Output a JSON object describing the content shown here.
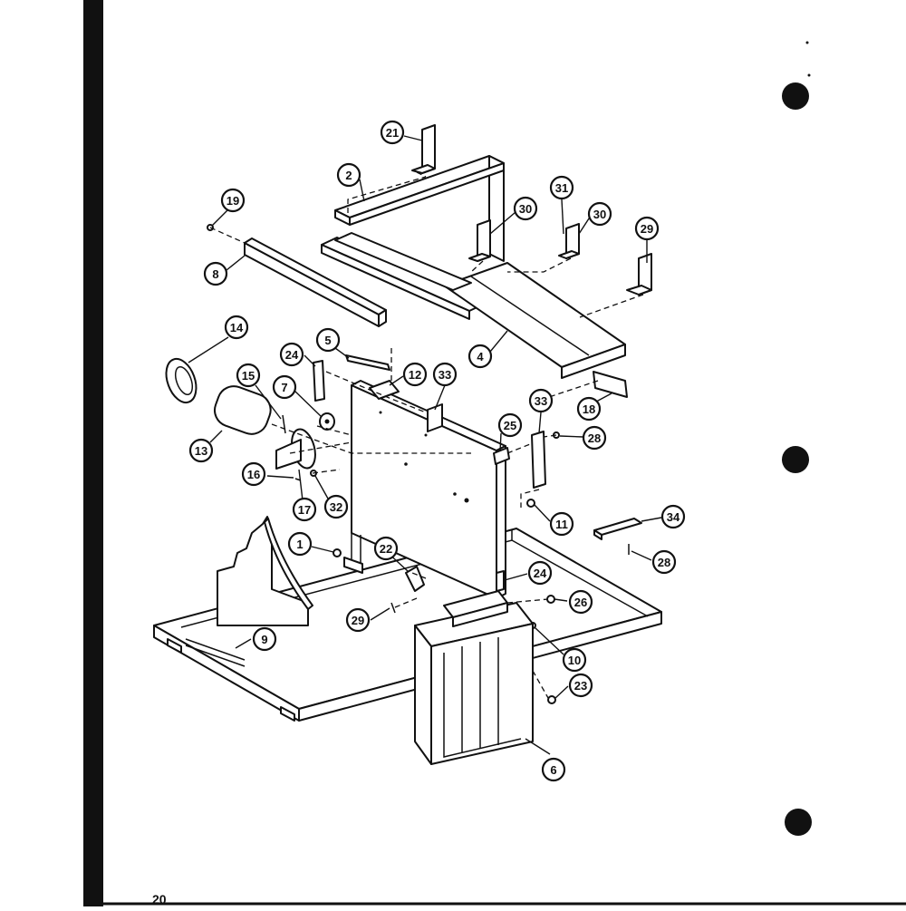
{
  "page": {
    "number": "20"
  },
  "colors": {
    "ink": "#111111",
    "paper": "#ffffff"
  },
  "callouts": [
    {
      "id": "c21a",
      "label": "21"
    },
    {
      "id": "c2",
      "label": "2"
    },
    {
      "id": "c19a",
      "label": "19"
    },
    {
      "id": "c30a",
      "label": "30"
    },
    {
      "id": "c31",
      "label": "31"
    },
    {
      "id": "c30b",
      "label": "30"
    },
    {
      "id": "c29a",
      "label": "29"
    },
    {
      "id": "c8",
      "label": "8"
    },
    {
      "id": "c4",
      "label": "4"
    },
    {
      "id": "c14",
      "label": "14"
    },
    {
      "id": "c5",
      "label": "5"
    },
    {
      "id": "c24a",
      "label": "24"
    },
    {
      "id": "c15",
      "label": "15"
    },
    {
      "id": "c7",
      "label": "7"
    },
    {
      "id": "c12",
      "label": "12"
    },
    {
      "id": "c33a",
      "label": "33"
    },
    {
      "id": "c18a",
      "label": "18"
    },
    {
      "id": "c13",
      "label": "13"
    },
    {
      "id": "c33b",
      "label": "33"
    },
    {
      "id": "c25",
      "label": "25"
    },
    {
      "id": "c28a",
      "label": "28"
    },
    {
      "id": "c16",
      "label": "16"
    },
    {
      "id": "c17",
      "label": "17"
    },
    {
      "id": "c32",
      "label": "32"
    },
    {
      "id": "c11",
      "label": "11"
    },
    {
      "id": "c34",
      "label": "34"
    },
    {
      "id": "c1",
      "label": "1"
    },
    {
      "id": "c22",
      "label": "22"
    },
    {
      "id": "c28b",
      "label": "28"
    },
    {
      "id": "c24b",
      "label": "24"
    },
    {
      "id": "c26",
      "label": "26"
    },
    {
      "id": "c29b",
      "label": "29"
    },
    {
      "id": "c9",
      "label": "9"
    },
    {
      "id": "c10",
      "label": "10"
    },
    {
      "id": "c23",
      "label": "23"
    },
    {
      "id": "c6",
      "label": "6"
    }
  ]
}
